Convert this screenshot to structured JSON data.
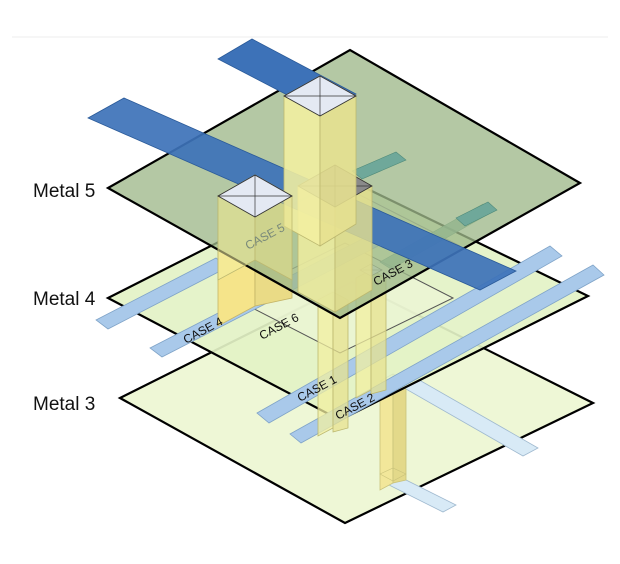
{
  "layers": {
    "metal5": "Metal 5",
    "metal4": "Metal 4",
    "metal3": "Metal 3"
  },
  "cases": {
    "case1": "CASE 1",
    "case2": "CASE 2",
    "case3": "CASE 3",
    "case4": "CASE 4",
    "case5": "CASE 5",
    "case6": "CASE 6"
  },
  "colors": {
    "metal5_plane": "#9fb98b",
    "metal4_plane": "#e3f2c6",
    "metal3_plane": "#eef7d6",
    "wire_dark": "#3d72b8",
    "wire_light": "#a9c9ea",
    "wire_pale": "#d8eaf6",
    "wire_teal": "#6fa89a",
    "via_yellow": "#f2efa0",
    "via_cap": "#e4e9f3",
    "via_cap_dark": "#8a8a8a"
  }
}
